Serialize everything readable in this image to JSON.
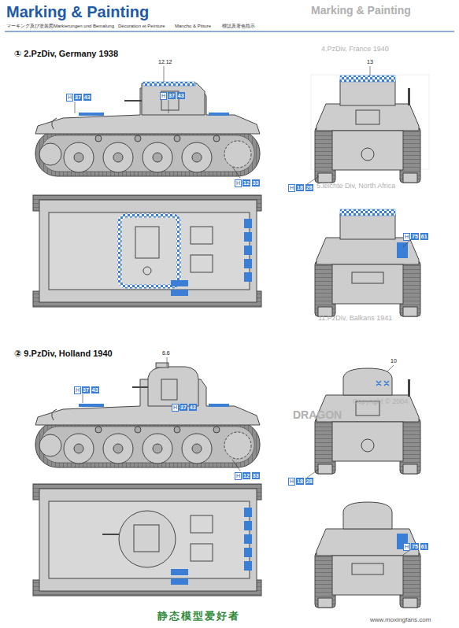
{
  "diagram": {
    "title": "Marking & Painting",
    "labels": [
      "マーキング及び塗装図",
      "Markierungen und Bemalung",
      "Décoration et Peinture",
      "Mancho & Pitture",
      "標誌及著色指示",
      "① 2.PzDiv, Germany 1938",
      "12.12",
      "13",
      "H",
      "37",
      "43",
      "H",
      "37",
      "43",
      "H",
      "12",
      "33",
      "H",
      "18",
      "28",
      "H",
      "75",
      "61",
      "② 9.PzDiv, Holland 1940",
      "6.6",
      "10",
      "H",
      "37",
      "43",
      "H",
      "37",
      "43",
      "H",
      "12",
      "33",
      "H",
      "18",
      "28",
      "H",
      "75",
      "61",
      "4.PzDiv, France 1940",
      "5.leichte Div, North Africa",
      "11.PzDiv, Balkans 1941",
      "DRAGON",
      "Copyright © 2004",
      "静态模型爱好者",
      "www.moxingfans.com",
      "Marking & Painting"
    ]
  }
}
